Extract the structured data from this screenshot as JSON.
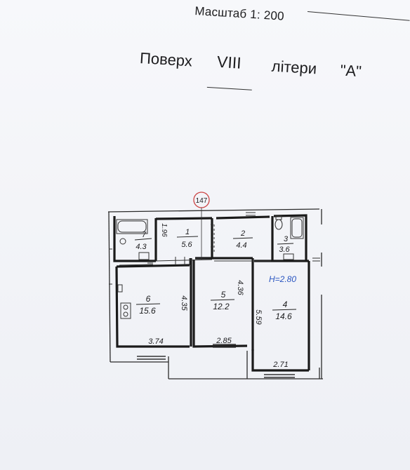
{
  "header": {
    "scale_text": "Масштаб 1: 200",
    "floor_word": "Поверх",
    "floor_number": "VIII",
    "litery_word": "літери",
    "litery_value": "\"А\""
  },
  "plan": {
    "marker": "147",
    "height_label": "H=2.80",
    "height_color": "#2a55c0",
    "rooms": [
      {
        "id": "1",
        "area": "5.6"
      },
      {
        "id": "2",
        "area": "4.4"
      },
      {
        "id": "3",
        "area": "3.6"
      },
      {
        "id": "4",
        "area": "14.6"
      },
      {
        "id": "5",
        "area": "12.2"
      },
      {
        "id": "6",
        "area": "15.6"
      },
      {
        "id": "7",
        "area": "4.3"
      }
    ],
    "dimensions": {
      "d196": "1.96",
      "d435": "4.35",
      "d436": "4.36",
      "d559": "5.59",
      "d374": "3.74",
      "d285": "2.85",
      "d271": "2.71"
    }
  }
}
